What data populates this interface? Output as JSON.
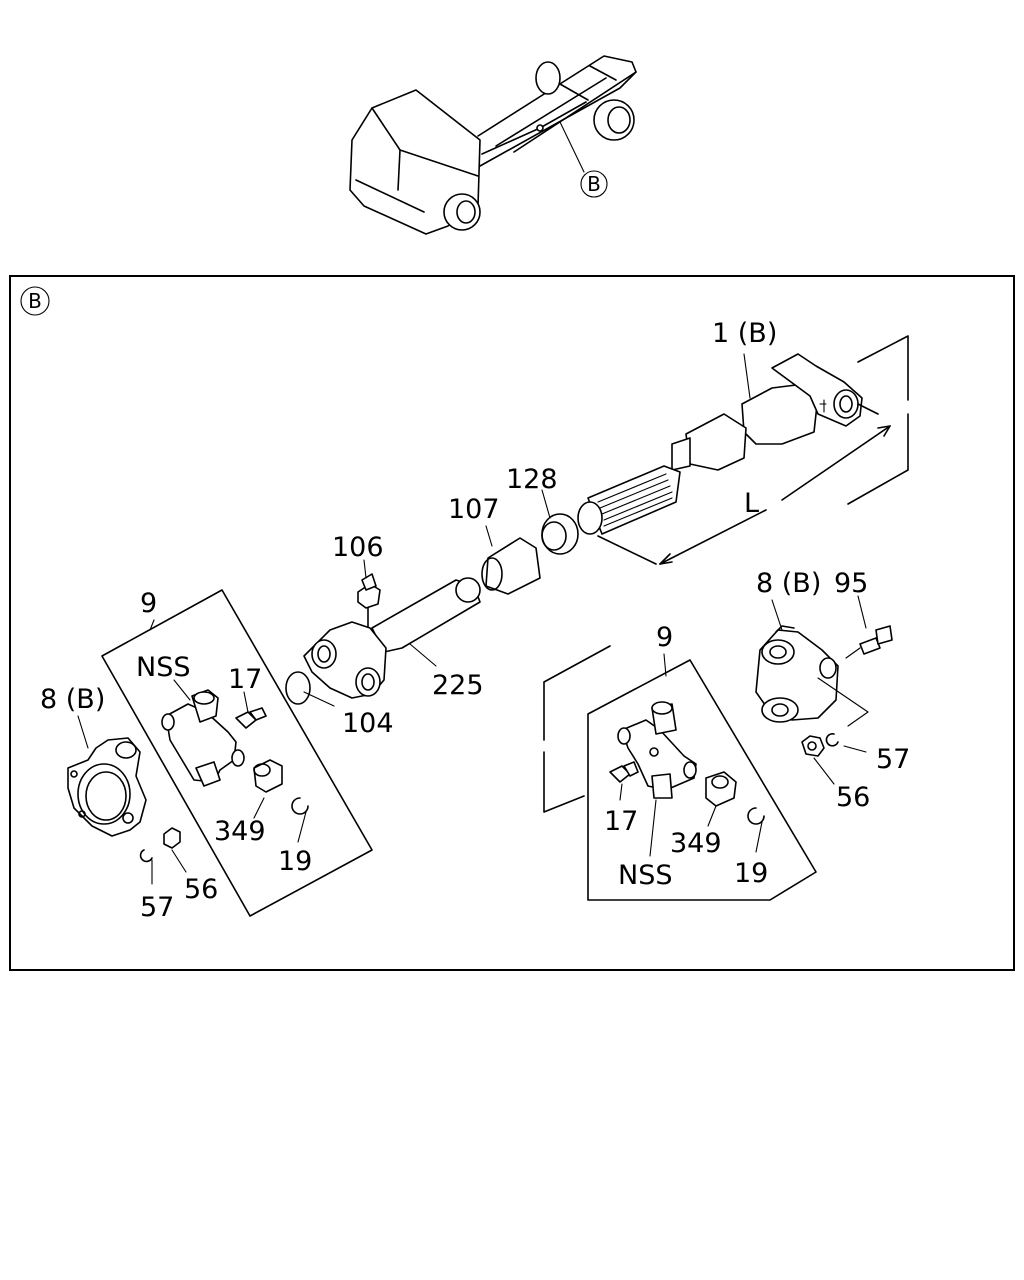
{
  "callout_B": "B",
  "inset_label": "B",
  "dimension_L": "L",
  "labels": {
    "p1": "1 (B)",
    "p95": "95",
    "p8_right": "8 (B)",
    "p8_left": "8 (B)",
    "p128": "128",
    "p107": "107",
    "p106": "106",
    "p225": "225",
    "p104": "104",
    "p9_left": "9",
    "p9_right": "9",
    "nss_left": "NSS",
    "nss_right": "NSS",
    "p17_left": "17",
    "p17_right": "17",
    "p349_left": "349",
    "p349_right": "349",
    "p19_left": "19",
    "p19_right": "19",
    "p57_left": "57",
    "p57_right": "57",
    "p56_left": "56",
    "p56_right": "56"
  }
}
